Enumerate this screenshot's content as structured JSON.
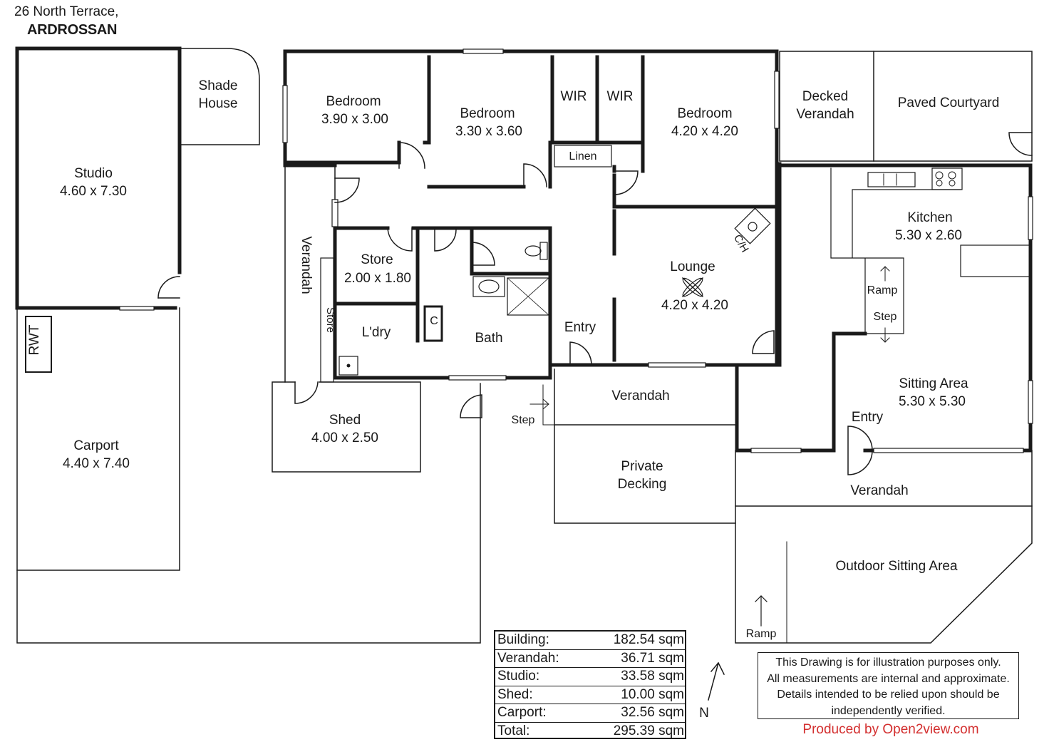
{
  "address": {
    "line1": "26 North Terrace,",
    "line2": "ARDROSSAN"
  },
  "rooms": {
    "shade_house": [
      "Shade",
      "House"
    ],
    "studio": [
      "Studio",
      "4.60 x 7.30"
    ],
    "rwt": "RWT",
    "carport": [
      "Carport",
      "4.40 x 7.40"
    ],
    "bedroom1": [
      "Bedroom",
      "3.90 x 3.00"
    ],
    "bedroom2": [
      "Bedroom",
      "3.30 x 3.60"
    ],
    "wir1": "WIR",
    "wir2": "WIR",
    "linen": "Linen",
    "bedroom3": [
      "Bedroom",
      "4.20 x 4.20"
    ],
    "decked_verandah": [
      "Decked",
      "Verandah"
    ],
    "paved_courtyard": "Paved Courtyard",
    "verandah_side": "Verandah",
    "store_side": "Store",
    "store": [
      "Store",
      "2.00 x 1.80"
    ],
    "laundry": "L'dry",
    "cupboard": "C",
    "bath": "Bath",
    "shed": [
      "Shed",
      "4.00 x 2.50"
    ],
    "step1": "Step",
    "entry1": "Entry",
    "lounge": [
      "Lounge",
      "4.20 x 4.20"
    ],
    "ch": "C/H",
    "verandah_mid": "Verandah",
    "private_decking": [
      "Private",
      "Decking"
    ],
    "kitchen": [
      "Kitchen",
      "5.30 x 2.60"
    ],
    "ramp1": "Ramp",
    "step2": "Step",
    "sitting_area": [
      "Sitting Area",
      "5.30 x 5.30"
    ],
    "entry2": "Entry",
    "verandah_right": "Verandah",
    "outdoor_sitting": "Outdoor Sitting Area",
    "ramp2": "Ramp",
    "north": "N"
  },
  "areas": [
    {
      "label": "Building:",
      "value": "182.54 sqm"
    },
    {
      "label": "Verandah:",
      "value": "36.71 sqm"
    },
    {
      "label": "Studio:",
      "value": "33.58 sqm"
    },
    {
      "label": "Shed:",
      "value": "10.00 sqm"
    },
    {
      "label": "Carport:",
      "value": "32.56 sqm"
    },
    {
      "label": "Total:",
      "value": "295.39 sqm"
    }
  ],
  "disclaimer": [
    "This Drawing is for illustration purposes only.",
    "All measurements are internal and  approximate.",
    "Details intended to be relied upon should be",
    "independently verified."
  ],
  "credit": "Produced by Open2view.com",
  "colors": {
    "ink": "#1a1a1a",
    "credit": "#d32f2f"
  }
}
